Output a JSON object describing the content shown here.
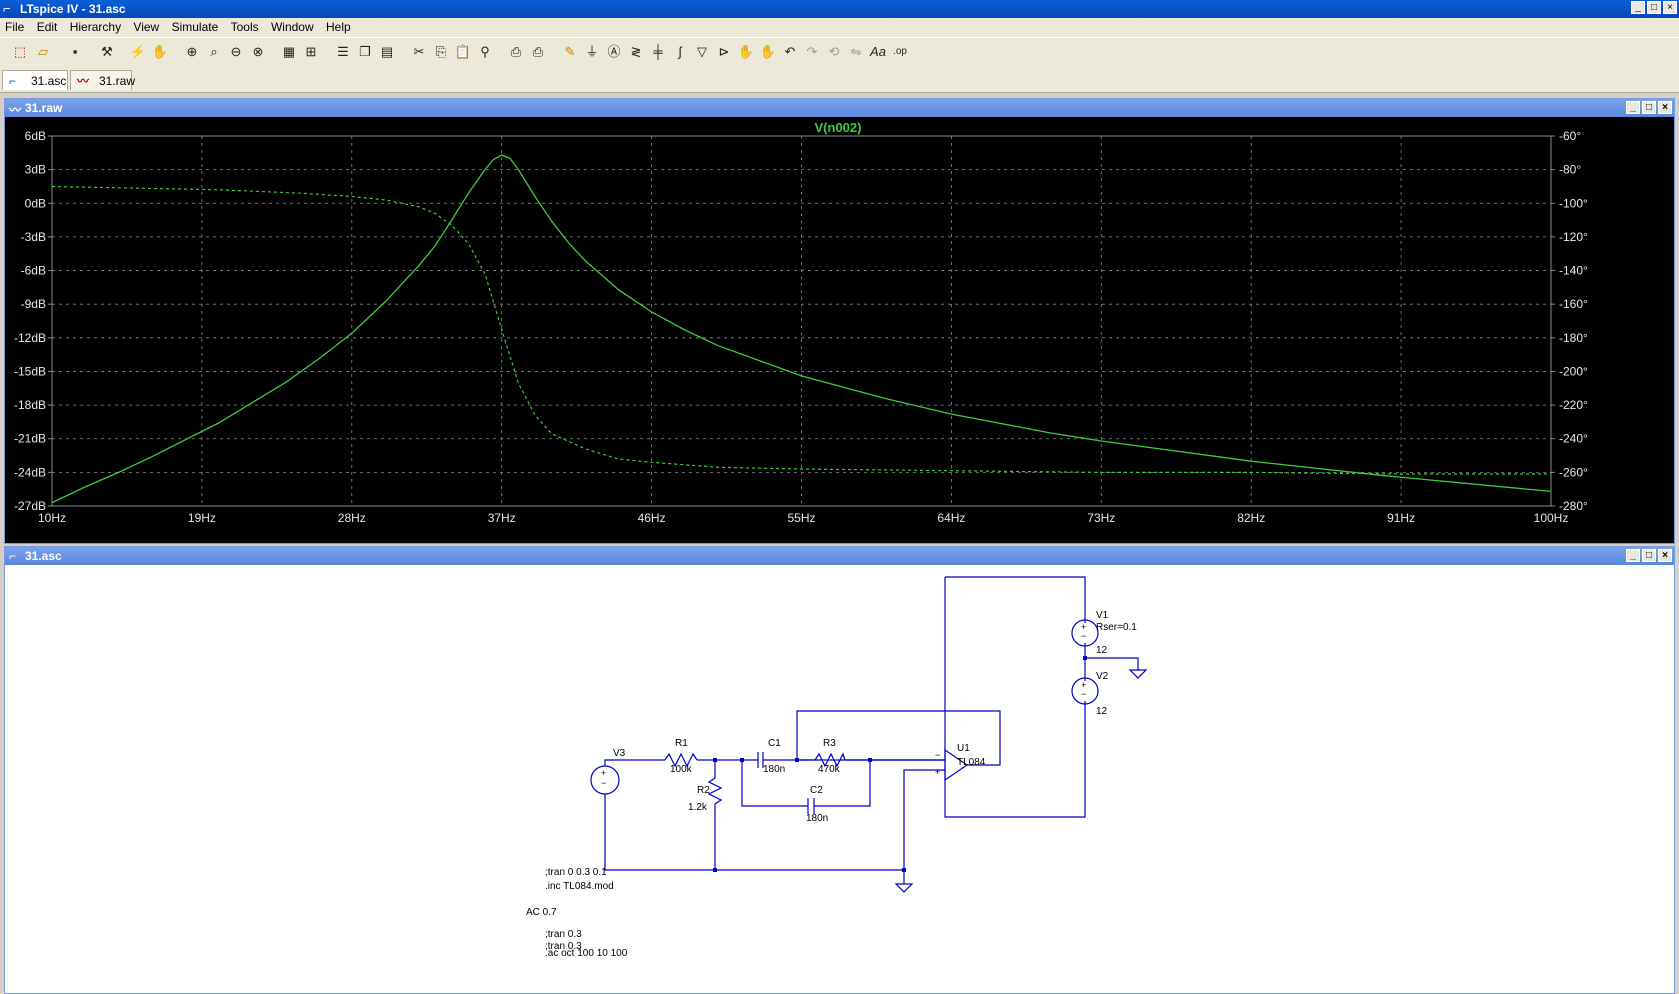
{
  "window": {
    "title": "LTspice IV - 31.asc"
  },
  "menu": [
    "File",
    "Edit",
    "Hierarchy",
    "View",
    "Simulate",
    "Tools",
    "Window",
    "Help"
  ],
  "tabs": [
    {
      "label": "31.asc"
    },
    {
      "label": "31.raw"
    }
  ],
  "plot_panel": {
    "title": "31.raw",
    "trace": "V(n002)"
  },
  "schematic_panel": {
    "title": "31.asc"
  },
  "chart_data": {
    "type": "line",
    "title": "V(n002)",
    "x_scale": "linear",
    "x_ticks": [
      "10Hz",
      "19Hz",
      "28Hz",
      "37Hz",
      "46Hz",
      "55Hz",
      "64Hz",
      "73Hz",
      "82Hz",
      "91Hz",
      "100Hz"
    ],
    "xlim": [
      10,
      100
    ],
    "y_left_ticks": [
      "6dB",
      "3dB",
      "0dB",
      "-3dB",
      "-6dB",
      "-9dB",
      "-12dB",
      "-15dB",
      "-18dB",
      "-21dB",
      "-24dB",
      "-27dB"
    ],
    "ylim_left": [
      -27,
      6
    ],
    "y_right_ticks": [
      "-60°",
      "-80°",
      "-100°",
      "-120°",
      "-140°",
      "-160°",
      "-180°",
      "-200°",
      "-220°",
      "-240°",
      "-260°",
      "-280°"
    ],
    "ylim_right": [
      -280,
      -60
    ],
    "grid": true,
    "colors": {
      "background": "#000000",
      "trace": "#3ecb3e",
      "grid": "#8a8a8a",
      "title": "#3ecb3e"
    },
    "series": [
      {
        "role": "magnitude",
        "x": [
          10,
          12,
          14,
          16,
          18,
          20,
          22,
          24,
          26,
          28,
          30,
          32,
          33,
          34,
          35,
          36,
          36.5,
          37,
          37.5,
          38,
          39,
          40,
          41,
          42,
          44,
          46,
          48,
          50,
          55,
          60,
          64,
          70,
          73,
          80,
          82,
          90,
          100
        ],
        "y": [
          -26.7,
          -25.3,
          -24.0,
          -22.6,
          -21.1,
          -19.6,
          -17.8,
          -16.0,
          -13.9,
          -11.6,
          -8.8,
          -5.6,
          -3.8,
          -1.5,
          0.9,
          3.0,
          3.9,
          4.3,
          4.0,
          3.0,
          0.6,
          -1.6,
          -3.5,
          -5.1,
          -7.7,
          -9.7,
          -11.3,
          -12.7,
          -15.4,
          -17.4,
          -18.8,
          -20.5,
          -21.2,
          -22.6,
          -23.0,
          -24.3,
          -25.7
        ]
      },
      {
        "role": "phase",
        "x": [
          10,
          15,
          20,
          25,
          28,
          30,
          32,
          33,
          34,
          35,
          36,
          37,
          38,
          39,
          40,
          42,
          44,
          46,
          50,
          55,
          64,
          73,
          82,
          91,
          100
        ],
        "y": [
          -90,
          -91,
          -92,
          -94,
          -96,
          -98,
          -102,
          -106,
          -113,
          -124,
          -142,
          -175,
          -207,
          -226,
          -237,
          -246,
          -252,
          -254,
          -257,
          -258,
          -259,
          -260,
          -260,
          -261,
          -261
        ]
      }
    ]
  },
  "schematic": {
    "labels": {
      "V1": "V1",
      "V1_rser": "Rser=0.1",
      "V1_val": "12",
      "V2": "V2",
      "V2_val": "12",
      "V3": "V3",
      "R1": "R1",
      "R1_val": "100k",
      "R2": "R2",
      "R2_val": "1.2k",
      "R3": "R3",
      "R3_val": "470k",
      "C1": "C1",
      "C1_val": "180n",
      "C2": "C2",
      "C2_val": "180n",
      "U1": "U1",
      "U1_part": "TL084"
    },
    "directives": [
      ";tran 0 0.3 0.1",
      ".inc TL084.mod",
      ";tran 0.3",
      ";tran 0.3",
      ".ac oct 100 10 100"
    ],
    "ac_source": "AC 0.7"
  }
}
